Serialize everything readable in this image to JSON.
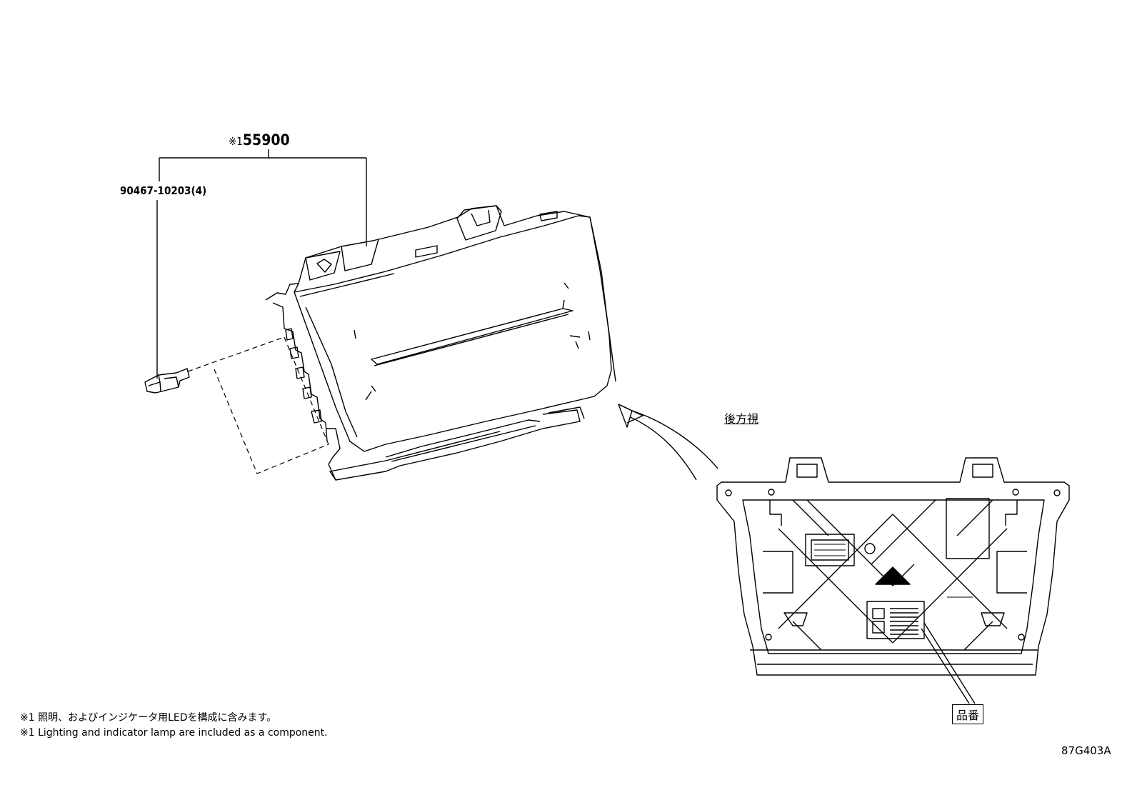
{
  "parts": {
    "main_mark": "※1",
    "main_number": "55900",
    "clip_number": "90467-10203(4)"
  },
  "view": {
    "rear_view_label": "後方視",
    "part_number_label": "品番"
  },
  "notes": {
    "ja": "※1 照明、およびインジケータ用LEDを構成に含みます。",
    "en": "※1 Lighting and indicator lamp are included as a component."
  },
  "illustration_code": "87G403A"
}
